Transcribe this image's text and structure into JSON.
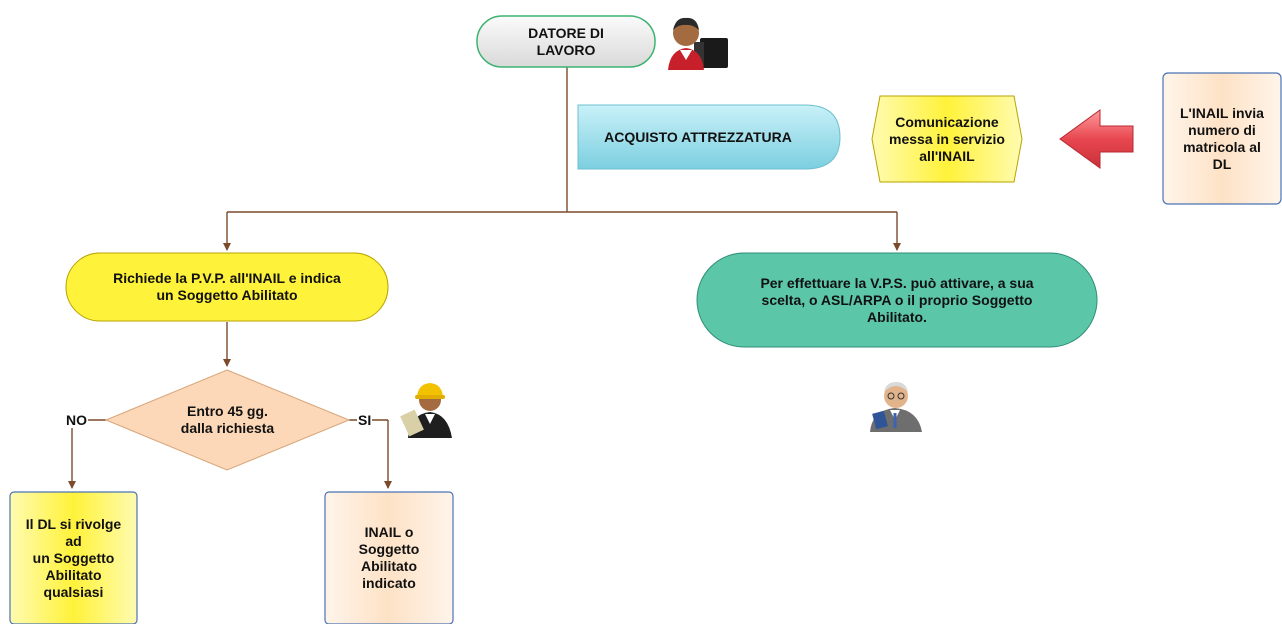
{
  "nodes": {
    "datore": "DATORE DI\nLAVORO",
    "acquisto": "ACQUISTO ATTREZZATURA",
    "comunicazione": "Comunicazione\nmessa in servizio\nall'INAIL",
    "inail_invia": "L'INAIL invia\nnumero di\nmatricola al\nDL",
    "richiede": "Richiede la P.V.P. all'INAIL e indica\nun Soggetto Abilitato",
    "vps": "Per effettuare la V.P.S.  può attivare, a sua\nscelta, o ASL/ARPA o il proprio Soggetto\nAbilitato.",
    "entro": "Entro 45 gg.\ndalla richiesta",
    "dl_rivolge": "Il DL si rivolge\nad\nun Soggetto\nAbilitato\nqualsiasi",
    "inail_soggetto": "INAIL o\nSoggetto\nAbilitato\nindicato"
  },
  "edge_labels": {
    "no": "NO",
    "si": "SI"
  },
  "icons": {
    "employer": "businessman-with-briefcase-icon",
    "worker": "construction-worker-icon",
    "inspector": "inspector-with-document-icon",
    "arrow": "left-arrow-icon"
  },
  "colors": {
    "connector": "#7b4a2a",
    "yellow": "#fff23a",
    "teal": "#5cc6a8",
    "cyan": "#9fe0ee",
    "peach": "#fde4cc",
    "grey": "#e8e8e8",
    "diamond": "#fcd8b8",
    "red_arrow": "#e8474f"
  }
}
